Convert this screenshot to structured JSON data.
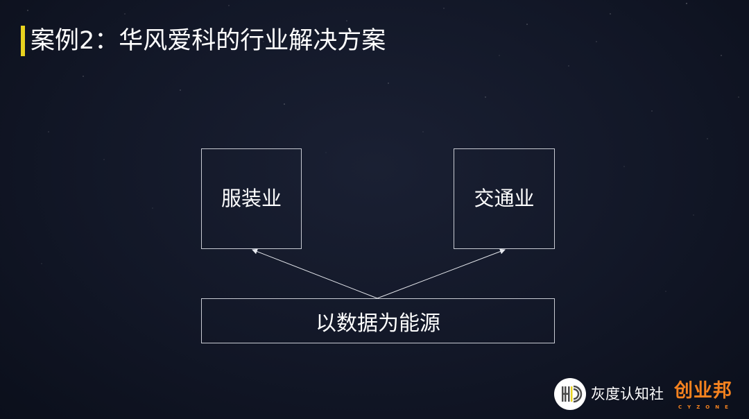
{
  "slide": {
    "title": "案例2：华风爱科的行业解决方案",
    "accent_color": "#e8d21f",
    "background_color": "#121727"
  },
  "diagram": {
    "nodes": [
      {
        "id": "apparel",
        "label": "服装业"
      },
      {
        "id": "transport",
        "label": "交通业"
      },
      {
        "id": "data-energy",
        "label": "以数据为能源"
      }
    ],
    "edges": [
      {
        "from": "data-energy",
        "to": "apparel"
      },
      {
        "from": "data-energy",
        "to": "transport"
      }
    ]
  },
  "footer": {
    "org_name": "灰度认知社",
    "brand_name": "创业邦",
    "brand_sub": "CYZONE",
    "brand_color": "#f5821f"
  }
}
